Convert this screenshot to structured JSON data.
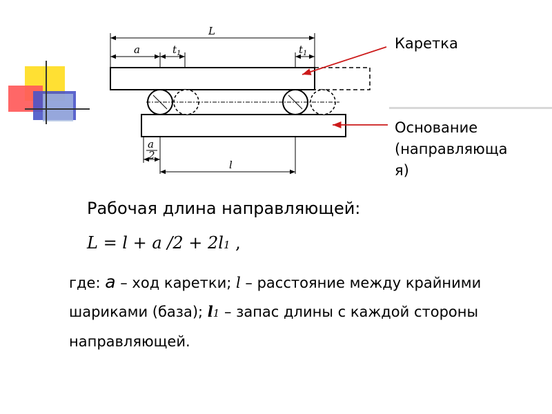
{
  "diagram": {
    "dimensions": {
      "L": "L",
      "a": "a",
      "t1_left": "t",
      "t1_left_sub": "1",
      "t1_right": "t",
      "t1_right_sub": "1",
      "a_half_num": "a",
      "a_half_den": "2",
      "l": "l"
    },
    "callouts": {
      "carriage": "Каретка",
      "base": "Основание\n(направляюща\nя)"
    },
    "colors": {
      "leader": "#cc1a1a",
      "deco_yellow": "#ffe033",
      "deco_red": "#ff5050",
      "deco_blue": "#4a54c8",
      "deco_gray": "#9fb5d0"
    }
  },
  "text": {
    "heading": "Рабочая длина направляющей:",
    "formula_main": "L = l + a /2 + 2l",
    "formula_sub": "1",
    "formula_tail": " ,",
    "explain": {
      "p1": "где: ",
      "a": "а",
      "p2": " – ход каретки; ",
      "l": "l",
      "p3": " – расстояние между крайними шариками (база); ",
      "l1": "l",
      "l1_sub": "1",
      "p4": " – запас длины с каждой стороны направляющей."
    }
  }
}
